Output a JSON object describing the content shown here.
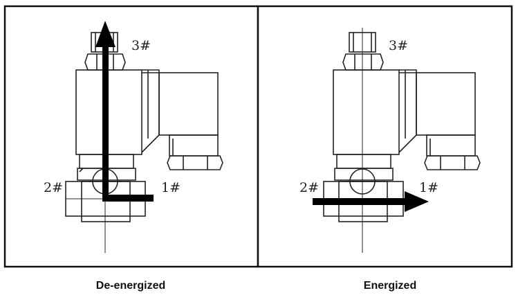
{
  "panels": [
    {
      "caption": "De-energized",
      "ports": {
        "top": "3#",
        "left": "2#",
        "right": "1#"
      }
    },
    {
      "caption": "Energized",
      "ports": {
        "top": "3#",
        "left": "2#",
        "right": "1#"
      }
    }
  ]
}
